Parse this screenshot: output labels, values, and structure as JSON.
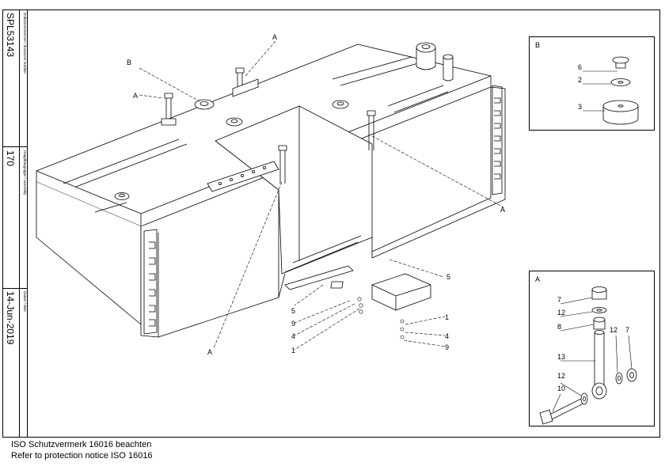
{
  "title_block": {
    "doc_number_label": "Dokumentnummer / document number",
    "doc_number": "SPL53143",
    "assembly_label": "Hauptbaugruppe / assembly",
    "assembly": "170",
    "date_label": "Datum / date",
    "date": "14-Jun-2019"
  },
  "notice": {
    "line1": "ISO Schutzvermerk 16016 beachten",
    "line2": "Refer to protection notice ISO 16016"
  },
  "main_view": {
    "callout_b": "B",
    "callout_a": "A",
    "part_labels": [
      "5",
      "5",
      "9",
      "4",
      "1",
      "1",
      "4",
      "9"
    ]
  },
  "detail_b": {
    "title": "B",
    "labels": [
      "6",
      "2",
      "3"
    ]
  },
  "detail_a": {
    "title": "A",
    "labels": [
      "7",
      "12",
      "8",
      "13",
      "12",
      "7",
      "12",
      "10"
    ]
  }
}
